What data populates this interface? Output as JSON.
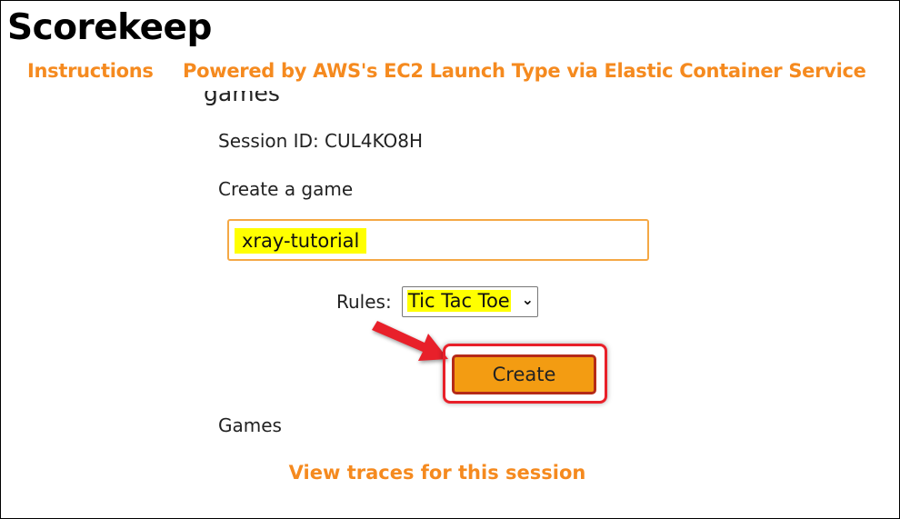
{
  "header": {
    "title": "Scorekeep"
  },
  "nav": {
    "instructions": "Instructions",
    "powered_by": "Powered by AWS's EC2 Launch Type via Elastic Container Service"
  },
  "main": {
    "section_heading": "games",
    "session_id": "Session ID: CUL4KO8H",
    "create_heading": "Create a game",
    "game_name_value": "xray-tutorial",
    "rules_label": "Rules:",
    "rules_selected": "Tic Tac Toe",
    "create_button": "Create",
    "games_heading": "Games",
    "view_traces_link": "View traces for this session"
  },
  "colors": {
    "link": "#f58a1f",
    "button": "#f39c12",
    "highlight": "#ffff00",
    "annotation": "#e8202a"
  }
}
